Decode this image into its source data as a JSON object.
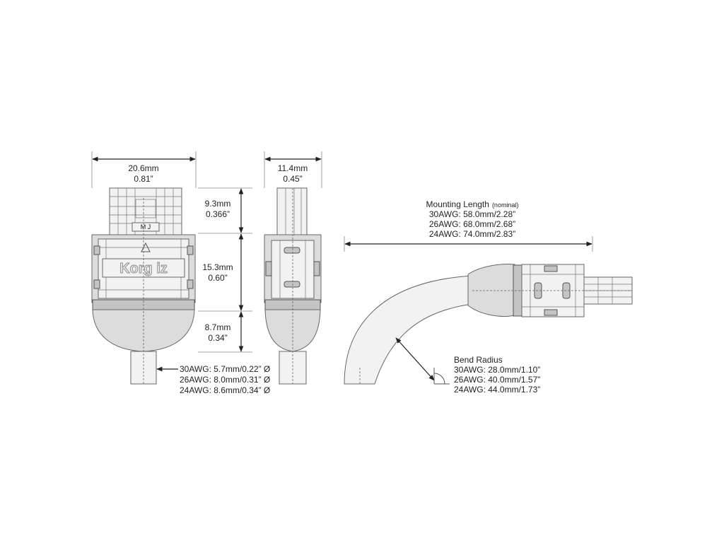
{
  "front_view": {
    "width_mm": "20.6mm",
    "width_in": "0.81”",
    "logo_text": "Korg iz",
    "latch_label": "M J",
    "height1_mm": "9.3mm",
    "height1_in": "0.366”",
    "height2_mm": "15.3mm",
    "height2_in": "0.60”",
    "height3_mm": "8.7mm",
    "height3_in": "0.34”",
    "cable_diameters": [
      "30AWG: 5.7mm/0.22” Ø",
      "26AWG: 8.0mm/0.31” Ø",
      "24AWG: 8.6mm/0.34” Ø"
    ]
  },
  "side_view": {
    "width_mm": "11.4mm",
    "width_in": "0.45”"
  },
  "mounting_length": {
    "title": "Mounting Length",
    "qualifier": "(nominal)",
    "values": [
      "30AWG: 58.0mm/2.28”",
      "26AWG: 68.0mm/2.68”",
      "24AWG: 74.0mm/2.83”"
    ]
  },
  "bend_radius": {
    "title": "Bend Radius",
    "values": [
      "30AWG: 28.0mm/1.10”",
      "26AWG: 40.0mm/1.57”",
      "24AWG: 44.0mm/1.73”"
    ]
  }
}
